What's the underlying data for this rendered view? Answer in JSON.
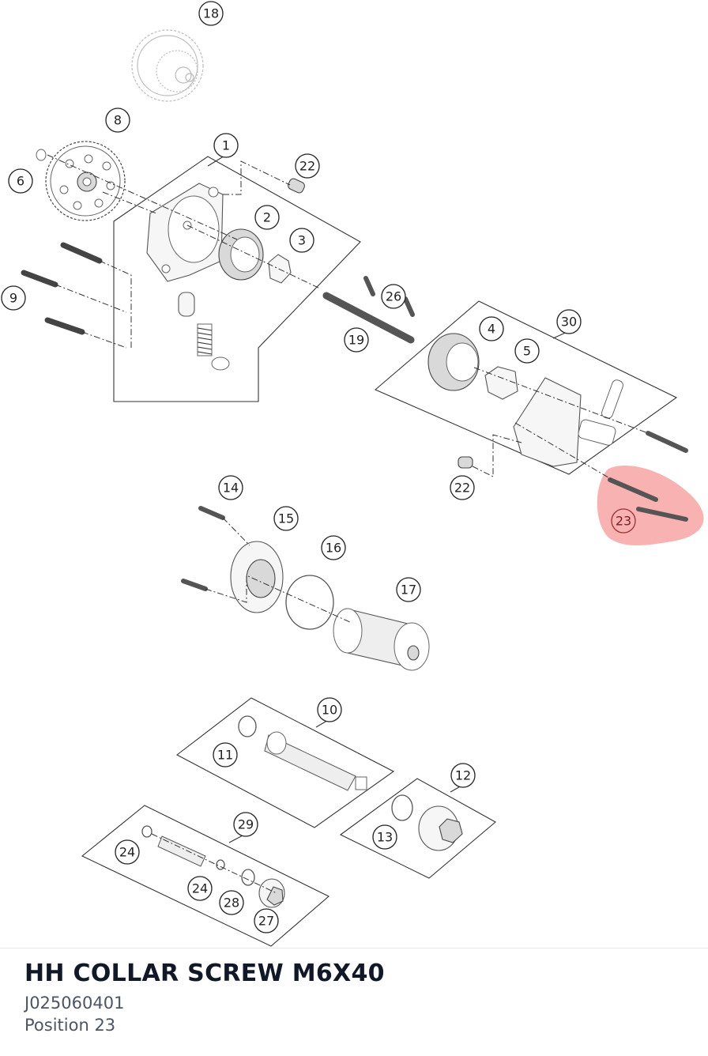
{
  "selected_part": {
    "name": "HH COLLAR SCREW M6X40",
    "number": "J025060401",
    "position": "Position 23"
  },
  "highlight_color": "#f8a5a5",
  "callouts": [
    {
      "id": "c18",
      "label": "18"
    },
    {
      "id": "c8",
      "label": "8"
    },
    {
      "id": "c6",
      "label": "6"
    },
    {
      "id": "c1",
      "label": "1"
    },
    {
      "id": "c22a",
      "label": "22"
    },
    {
      "id": "c2",
      "label": "2"
    },
    {
      "id": "c3",
      "label": "3"
    },
    {
      "id": "c9",
      "label": "9"
    },
    {
      "id": "c26",
      "label": "26"
    },
    {
      "id": "c19",
      "label": "19"
    },
    {
      "id": "c4",
      "label": "4"
    },
    {
      "id": "c30",
      "label": "30"
    },
    {
      "id": "c5",
      "label": "5"
    },
    {
      "id": "c22b",
      "label": "22"
    },
    {
      "id": "c23",
      "label": "23",
      "selected": true
    },
    {
      "id": "c14",
      "label": "14"
    },
    {
      "id": "c15",
      "label": "15"
    },
    {
      "id": "c16",
      "label": "16"
    },
    {
      "id": "c17",
      "label": "17"
    },
    {
      "id": "c10",
      "label": "10"
    },
    {
      "id": "c11",
      "label": "11"
    },
    {
      "id": "c12",
      "label": "12"
    },
    {
      "id": "c13",
      "label": "13"
    },
    {
      "id": "c29",
      "label": "29"
    },
    {
      "id": "c24a",
      "label": "24"
    },
    {
      "id": "c24b",
      "label": "24"
    },
    {
      "id": "c28",
      "label": "28"
    },
    {
      "id": "c27",
      "label": "27"
    }
  ]
}
